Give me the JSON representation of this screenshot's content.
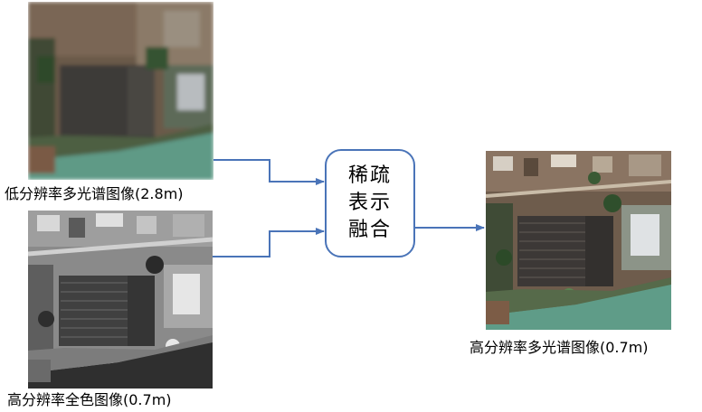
{
  "inputs": {
    "low_res_ms": {
      "caption": "低分辨率多光谱图像(2.8m)"
    },
    "high_res_pan": {
      "caption": "高分辨率全色图像(0.7m)"
    }
  },
  "fusion": {
    "lines": [
      "稀疏",
      "表示",
      "融合"
    ]
  },
  "output": {
    "caption": "高分辨率多光谱图像(0.7m)"
  },
  "colors": {
    "arrow": "#4a74b8",
    "box_border": "#4a74b8"
  }
}
